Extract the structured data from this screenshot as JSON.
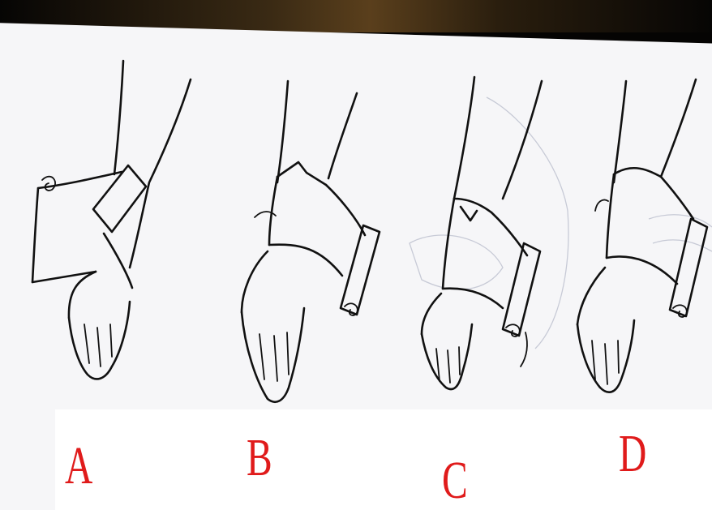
{
  "labels": {
    "a": "A",
    "b": "B",
    "c": "C",
    "d": "D"
  },
  "colors": {
    "label": "#e01b1b",
    "ink": "#111111",
    "paper": "#f6f6f8",
    "frame": "#050403"
  }
}
